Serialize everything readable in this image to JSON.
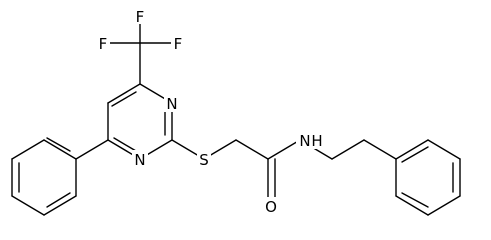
{
  "molecule": {
    "atoms": [
      {
        "id": "F1",
        "label": "F"
      },
      {
        "id": "F2",
        "label": "F"
      },
      {
        "id": "F3",
        "label": "F"
      },
      {
        "id": "N1",
        "label": "N"
      },
      {
        "id": "N2",
        "label": "N"
      },
      {
        "id": "S",
        "label": "S"
      },
      {
        "id": "O",
        "label": "O"
      },
      {
        "id": "NH",
        "label": "N"
      },
      {
        "id": "H",
        "label": "H"
      }
    ]
  },
  "colors": {
    "bond": "#000000",
    "text": "#000000",
    "background": "#ffffff"
  }
}
